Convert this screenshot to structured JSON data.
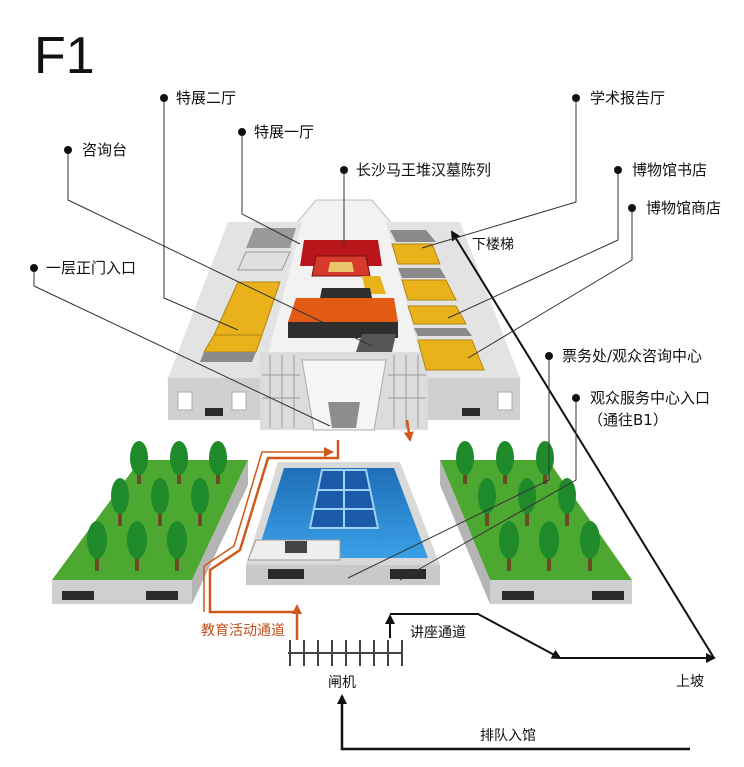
{
  "floor": "F1",
  "labels": {
    "special_exhibit_2": "特展二厅",
    "special_exhibit_1": "特展一厅",
    "consultation_desk": "咨询台",
    "mawangdui": "长沙马王堆汉墓陈列",
    "main_entrance": "一层正门入口",
    "lecture_hall": "学术报告厅",
    "bookstore": "博物馆书店",
    "museum_shop": "博物馆商店",
    "downstairs": "下楼梯",
    "ticket_office": "票务处/观众咨询中心",
    "visitor_service_entrance": "观众服务中心入口",
    "to_b1": "（通往B1）",
    "education_passage": "教育活动通道",
    "lecture_passage": "讲座通道",
    "gate": "闸机",
    "ramp_up": "上坡",
    "queue_entry": "排队入馆"
  },
  "colors": {
    "yellow_hall": "#e9b21a",
    "red_hall": "#b8161a",
    "orange_hall": "#e25a14",
    "lawn": "#4da832",
    "tree": "#1f8a2a",
    "pool": "#2e8ed6",
    "building": "#e8e8e8",
    "edu_path": "#d0581a"
  }
}
